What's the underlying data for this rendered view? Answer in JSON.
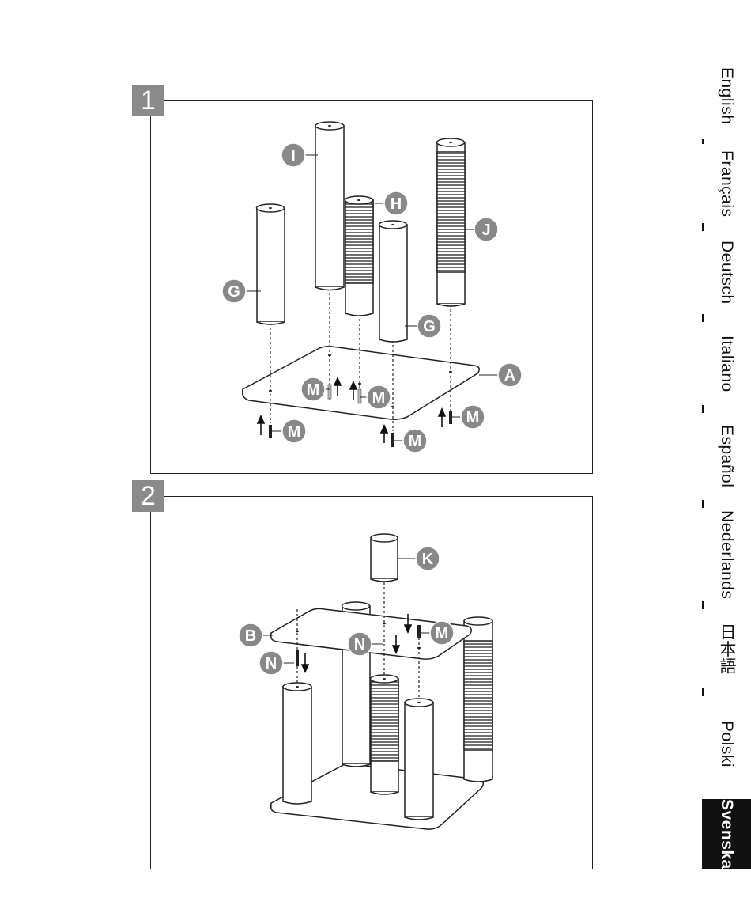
{
  "steps": [
    {
      "number": "1",
      "labels": [
        "I",
        "H",
        "J",
        "G",
        "G",
        "A",
        "M",
        "M",
        "M",
        "M",
        "M"
      ]
    },
    {
      "number": "2",
      "labels": [
        "K",
        "B",
        "M",
        "N",
        "N"
      ]
    }
  ],
  "languages": [
    "English",
    "Français",
    "Deutsch",
    "Italiano",
    "Español",
    "Nederlands",
    "日本語",
    "Polski",
    "Svenska"
  ],
  "active_language": "Svenska"
}
